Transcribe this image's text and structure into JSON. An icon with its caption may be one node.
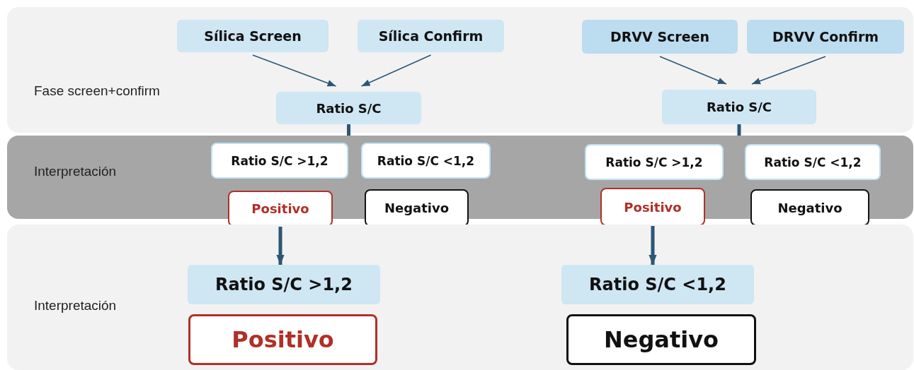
{
  "diagram": {
    "nodes": [
      {
        "text": [
          "Fase screen+confirm"
        ]
      },
      {
        "text": [
          "Sílica Screen"
        ],
        "in": 0
      },
      {
        "text": [
          "Sílica Confirm"
        ],
        "in": 0
      },
      {
        "text": [
          "DRVV Screen"
        ],
        "in": 0
      },
      {
        "text": [
          "DRVV Confirm"
        ],
        "in": 0
      },
      {
        "text": [
          "Ratio S/C"
        ],
        "in": 0
      },
      {
        "text": [
          "Ratio S/C"
        ],
        "in": 0
      },
      {
        "text": [
          "Interpretación"
        ]
      },
      {
        "text": [
          "Ratio S/C >1,2"
        ],
        "in": 7
      },
      {
        "text": [
          "Ratio S/C <1,2"
        ],
        "in": 7
      },
      {
        "text": [
          "Ratio S/C >1,2"
        ],
        "in": 7
      },
      {
        "text": [
          "Ratio S/C <1,2"
        ],
        "in": 7
      },
      {
        "text": [
          "Positivo"
        ],
        "in": 7
      },
      {
        "text": [
          "Negativo"
        ],
        "in": 7
      },
      {
        "text": [
          "Positivo"
        ],
        "in": 7
      },
      {
        "text": [
          "Negativo"
        ],
        "in": 7
      },
      {
        "text": [
          "Interpretación"
        ]
      },
      {
        "text": [
          "Ratio S/C >1,2"
        ],
        "in": 16
      },
      {
        "text": [
          "Ratio S/C <1,2"
        ],
        "in": 16
      },
      {
        "text": [
          "Positivo"
        ],
        "in": 16
      },
      {
        "text": [
          "Negativo"
        ],
        "in": 16
      }
    ],
    "edges": [
      {
        "from": 1,
        "to": 5,
        "arrow": "to"
      },
      {
        "from": 2,
        "to": 5,
        "arrow": "to"
      },
      {
        "from": 3,
        "to": 6,
        "arrow": "to"
      },
      {
        "from": 4,
        "to": 6,
        "arrow": "to"
      },
      {
        "from": 5,
        "to": 7,
        "arrow": "none",
        "style": "thick"
      },
      {
        "from": 6,
        "to": 7,
        "arrow": "none",
        "style": "thick"
      },
      {
        "from": 12,
        "to": 17,
        "arrow": "to",
        "style": "thick"
      },
      {
        "from": 14,
        "to": 18,
        "arrow": "to",
        "style": "thick"
      }
    ]
  }
}
